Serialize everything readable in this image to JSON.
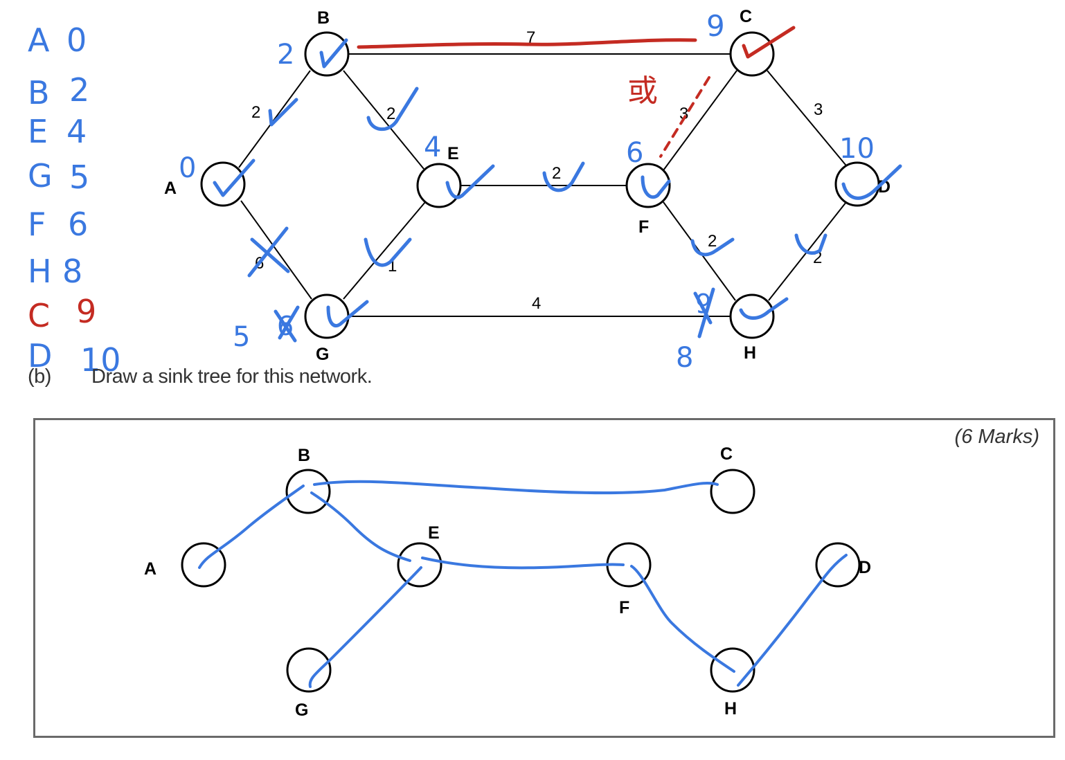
{
  "question": {
    "number": "(b)",
    "text": "Draw a sink tree for this network.",
    "marks": "(6 Marks)"
  },
  "network": {
    "nodes": [
      "A",
      "B",
      "C",
      "D",
      "E",
      "F",
      "G",
      "H"
    ],
    "edges": [
      {
        "from": "B",
        "to": "C",
        "weight": "7"
      },
      {
        "from": "A",
        "to": "B",
        "weight": "2"
      },
      {
        "from": "B",
        "to": "E",
        "weight": "2"
      },
      {
        "from": "C",
        "to": "F",
        "weight": "3"
      },
      {
        "from": "C",
        "to": "D",
        "weight": "3"
      },
      {
        "from": "A",
        "to": "G",
        "weight": "6"
      },
      {
        "from": "E",
        "to": "G",
        "weight": "1"
      },
      {
        "from": "E",
        "to": "F",
        "weight": "2"
      },
      {
        "from": "G",
        "to": "H",
        "weight": "4"
      },
      {
        "from": "F",
        "to": "H",
        "weight": "2"
      },
      {
        "from": "D",
        "to": "H",
        "weight": "2"
      }
    ]
  },
  "annotations": {
    "distance_table": [
      {
        "node": "A",
        "dist": "0",
        "color": "#3a78e0"
      },
      {
        "node": "B",
        "dist": "2",
        "color": "#3a78e0"
      },
      {
        "node": "E",
        "dist": "4",
        "color": "#3a78e0"
      },
      {
        "node": "G",
        "dist": "5",
        "color": "#3a78e0"
      },
      {
        "node": "F",
        "dist": "6",
        "color": "#3a78e0"
      },
      {
        "node": "H",
        "dist": "8",
        "color": "#3a78e0"
      },
      {
        "node": "C",
        "dist": "9",
        "color": "#c42b22"
      },
      {
        "node": "D",
        "dist": "10",
        "color": "#3a78e0"
      }
    ],
    "node_distances": {
      "A": "0",
      "B": "2",
      "E": "4",
      "F": "6",
      "C": "9",
      "D": "10",
      "G": "5",
      "H": "8"
    },
    "crossed_out": {
      "G": "6",
      "H": "9"
    },
    "or_note": "或",
    "check_mark": "✓",
    "cross_mark": "✗",
    "colors": {
      "blue_ink": "#3a78e0",
      "red_ink": "#c42b22"
    }
  },
  "sink_tree": {
    "nodes": [
      "A",
      "B",
      "C",
      "D",
      "E",
      "F",
      "G",
      "H"
    ],
    "edges": [
      {
        "from": "A",
        "to": "B"
      },
      {
        "from": "B",
        "to": "C"
      },
      {
        "from": "B",
        "to": "E"
      },
      {
        "from": "E",
        "to": "G"
      },
      {
        "from": "E",
        "to": "F"
      },
      {
        "from": "F",
        "to": "H"
      },
      {
        "from": "H",
        "to": "D"
      }
    ]
  }
}
